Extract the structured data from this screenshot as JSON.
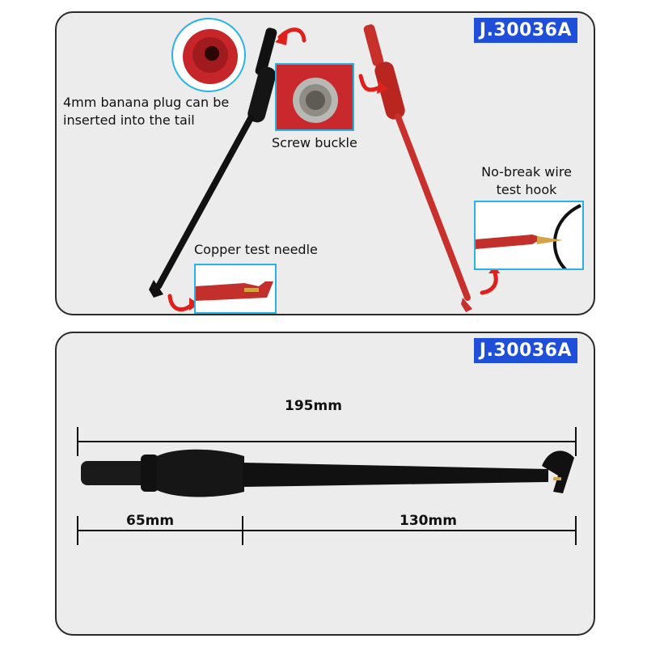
{
  "top_panel": {
    "badge": "J.30036A",
    "labels": {
      "banana_plug": "4mm banana plug can be inserted into the tail",
      "screw_buckle": "Screw buckle",
      "no_break": "No-break wire test hook",
      "copper_needle": "Copper test needle"
    }
  },
  "bottom_panel": {
    "badge": "J.30036A",
    "dimensions": {
      "total": "195mm",
      "handle": "65mm",
      "shaft": "130mm"
    }
  },
  "colors": {
    "badge_bg": "#1f4fd8",
    "inset_border": "#27b3e8",
    "probe_red": "#c7302b",
    "probe_black": "#111111",
    "arrow_red": "#e0201b"
  }
}
